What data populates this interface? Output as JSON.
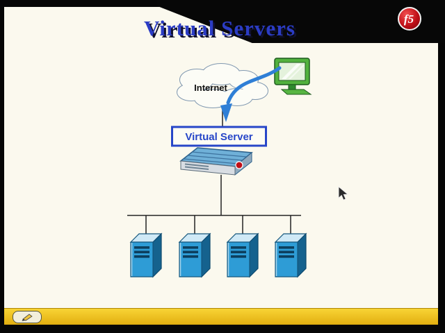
{
  "slide": {
    "title": "Virtual Servers",
    "logo_text": "f5"
  },
  "diagram": {
    "internet_label": "Internet",
    "virtual_server_label": "Virtual Server",
    "pool_server_count": 4
  },
  "icons": {
    "brand": "f5-ball-logo",
    "client": "green-computer-icon",
    "internet": "cloud-shape",
    "pool_member": "server-tower-icon",
    "toolbar": "pencil-annotation-icon",
    "pointer": "mouse-cursor"
  },
  "colors": {
    "title_blue": "#2b3cc4",
    "title_shadow": "#10102c",
    "box_border_blue": "#2746c8",
    "arrow_blue": "#2f7fd6",
    "cloud_outline": "#8098b0",
    "server_front": "#2e9cd6",
    "server_side": "#15628e",
    "server_top": "#cfe9f6",
    "appliance_top": "#6fb0d8",
    "computer_green": "#52b13e",
    "bottom_bar_yellow": "#edbd19",
    "logo_red": "#c01018",
    "slide_background": "#fbf9ee"
  }
}
